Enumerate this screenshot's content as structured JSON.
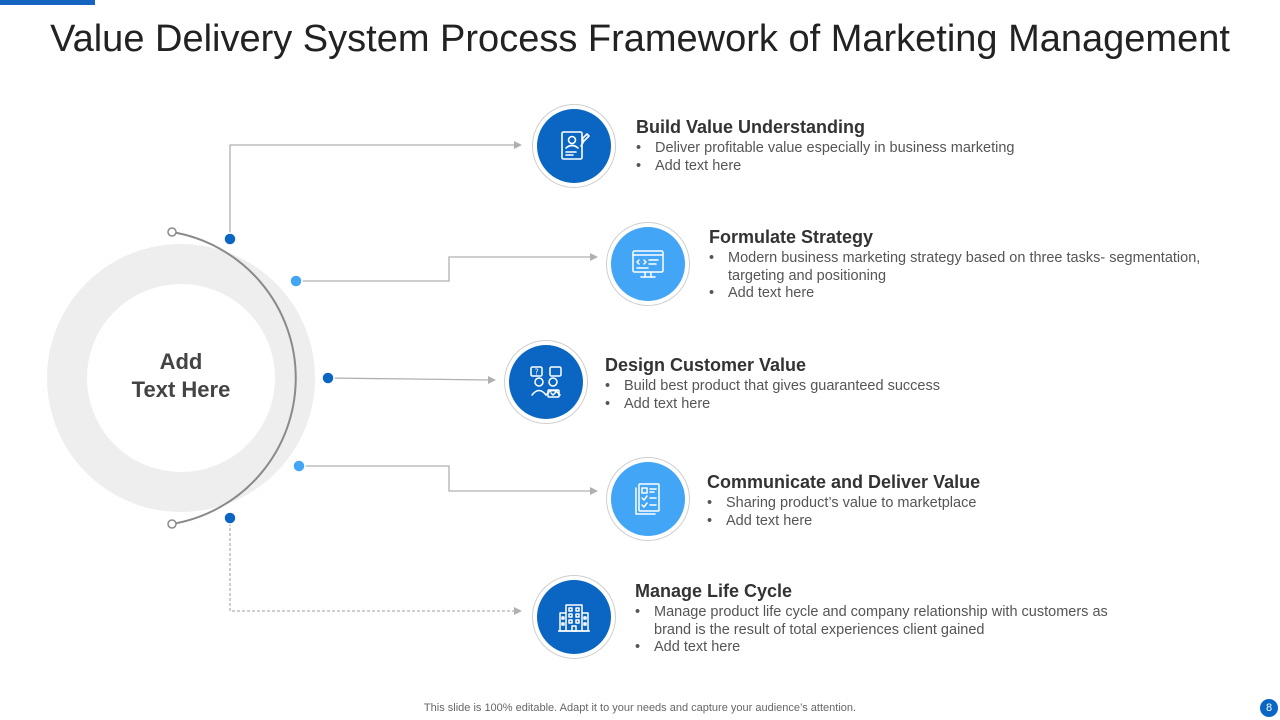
{
  "title": "Value Delivery System Process Framework of Marketing Management",
  "center": {
    "line1": "Add",
    "line2": "Text Here"
  },
  "steps": [
    {
      "title": "Build Value Understanding",
      "icon": "profile-document-icon",
      "bullets": [
        "Deliver profitable value especially in business marketing",
        "Add text here"
      ]
    },
    {
      "title": "Formulate Strategy",
      "icon": "code-monitor-icon",
      "bullets": [
        "Modern business marketing strategy based on three tasks- segmentation,",
        "targeting and positioning",
        "Add text here"
      ]
    },
    {
      "title": "Design Customer Value",
      "icon": "customer-chat-icon",
      "bullets": [
        "Build best product that gives guaranteed success",
        "Add text here"
      ]
    },
    {
      "title": "Communicate and Deliver Value",
      "icon": "checklist-icon",
      "bullets": [
        "Sharing product’s value to marketplace",
        "Add text here"
      ]
    },
    {
      "title": "Manage Life Cycle",
      "icon": "building-icon",
      "bullets": [
        "Manage product life cycle and company relationship with customers as",
        "brand is the result of total experiences client gained",
        "Add text here"
      ]
    }
  ],
  "footer": "This slide is 100% editable. Adapt it to your needs and capture your audience’s attention.",
  "page_number": "8",
  "colors": {
    "dark_blue": "#0a66c2",
    "light_blue": "#42a5f5",
    "ring_gray": "#eeeeee"
  }
}
